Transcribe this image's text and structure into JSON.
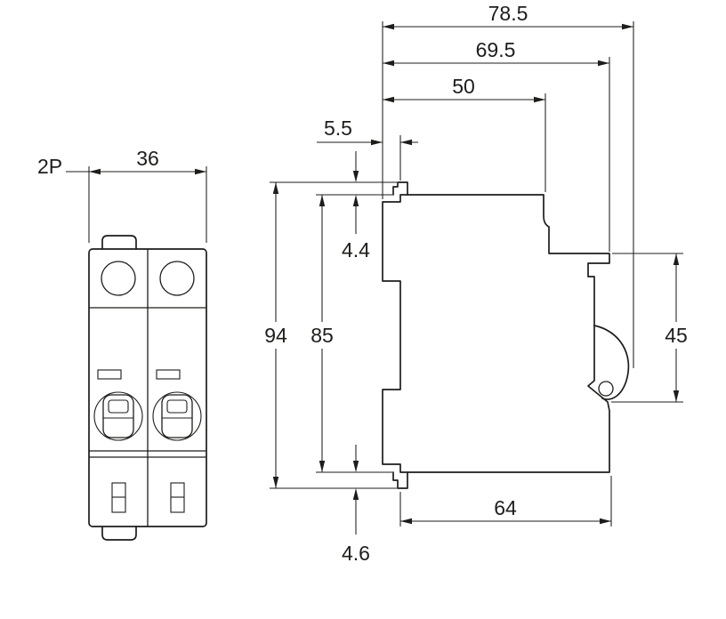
{
  "title": "Modular circuit breaker dimension drawing",
  "colors": {
    "line": "#1d1d1b",
    "background": "#ffffff"
  },
  "front_view": {
    "pole_label": "2P",
    "width": "36"
  },
  "side_view": {
    "total_depth": "78.5",
    "rail_depth": "69.5",
    "front_depth": "50",
    "front_tab_depth": "5.5",
    "top_clip_height": "4.4",
    "overall_height": "94",
    "body_height": "85",
    "rail_recess_height": "45",
    "bottom_depth": "64",
    "bottom_clip_height": "4.6"
  }
}
